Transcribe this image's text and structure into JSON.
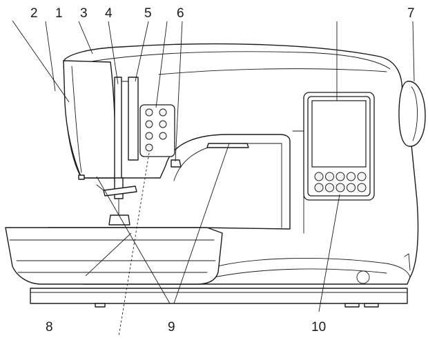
{
  "callouts": [
    {
      "key": "c2",
      "text": "2"
    },
    {
      "key": "c1",
      "text": "1"
    },
    {
      "key": "c3",
      "text": "3"
    },
    {
      "key": "c4",
      "text": "4"
    },
    {
      "key": "c5",
      "text": "5"
    },
    {
      "key": "c6",
      "text": "6"
    },
    {
      "key": "c7",
      "text": "7"
    },
    {
      "key": "c8",
      "text": "8"
    },
    {
      "key": "c9",
      "text": "9"
    },
    {
      "key": "c10",
      "text": "10"
    }
  ],
  "colors": {
    "line": "#1a1a1a",
    "background": "#ffffff",
    "button_fill": "#f4f4f4"
  },
  "icons": [
    "sewing-machine-body",
    "handwheel-icon",
    "lcd-screen-icon",
    "control-button-icon"
  ]
}
